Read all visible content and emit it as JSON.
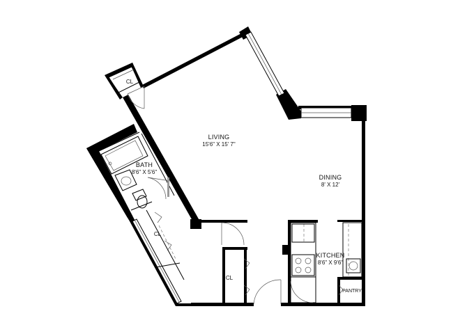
{
  "rooms": {
    "living": {
      "name": "LIVING",
      "dims": "15'6\" X 15' 7\""
    },
    "dining": {
      "name": "DINING",
      "dims": "8' X 12'"
    },
    "bath": {
      "name": "BATH",
      "dims": "8'6\" X 5'6\""
    },
    "kitchen": {
      "name": "KITCHEN",
      "dims": "8'6\" X 9'6\""
    },
    "closet_top": {
      "name": "CL"
    },
    "closet_left": {
      "name": "CL"
    },
    "closet_entry": {
      "name": "CL"
    },
    "pantry": {
      "name": "PANTRY"
    }
  }
}
